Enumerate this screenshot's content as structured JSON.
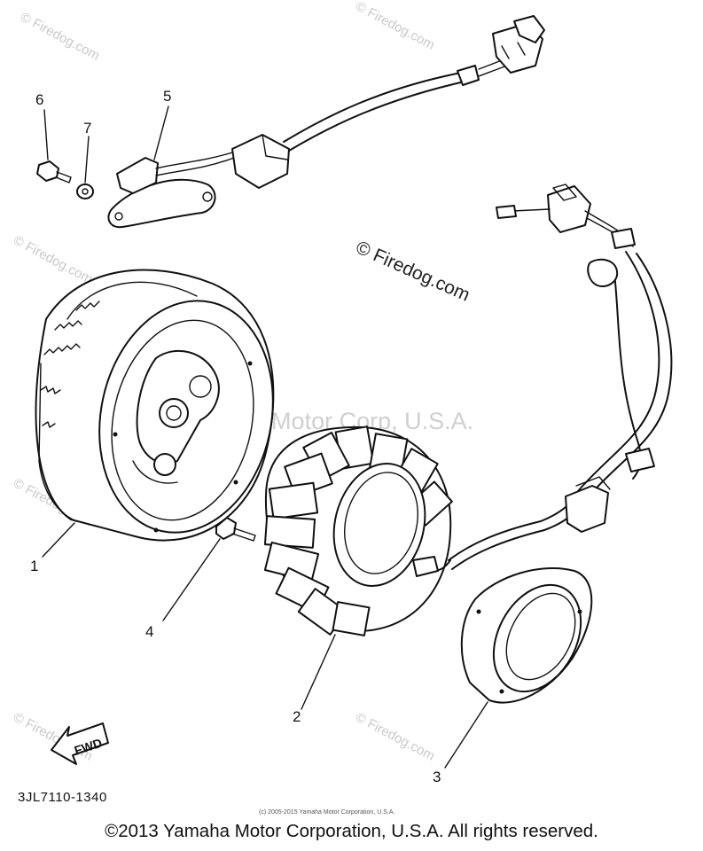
{
  "watermark": {
    "site": "© Firedog.com",
    "corp": "Yamaha Motor Corp, U.S.A."
  },
  "callouts": {
    "c1": "1",
    "c2": "2",
    "c3": "3",
    "c4": "4",
    "c5": "5",
    "c6": "6",
    "c7": "7"
  },
  "arrow_label": "FWD",
  "part_number": "3JL7110-1340",
  "small_copyright": "(c) 2005-2015 Yamaha Motor Corporation, U.S.A.",
  "copyright": "©2013 Yamaha Motor Corporation, U.S.A. All rights reserved."
}
